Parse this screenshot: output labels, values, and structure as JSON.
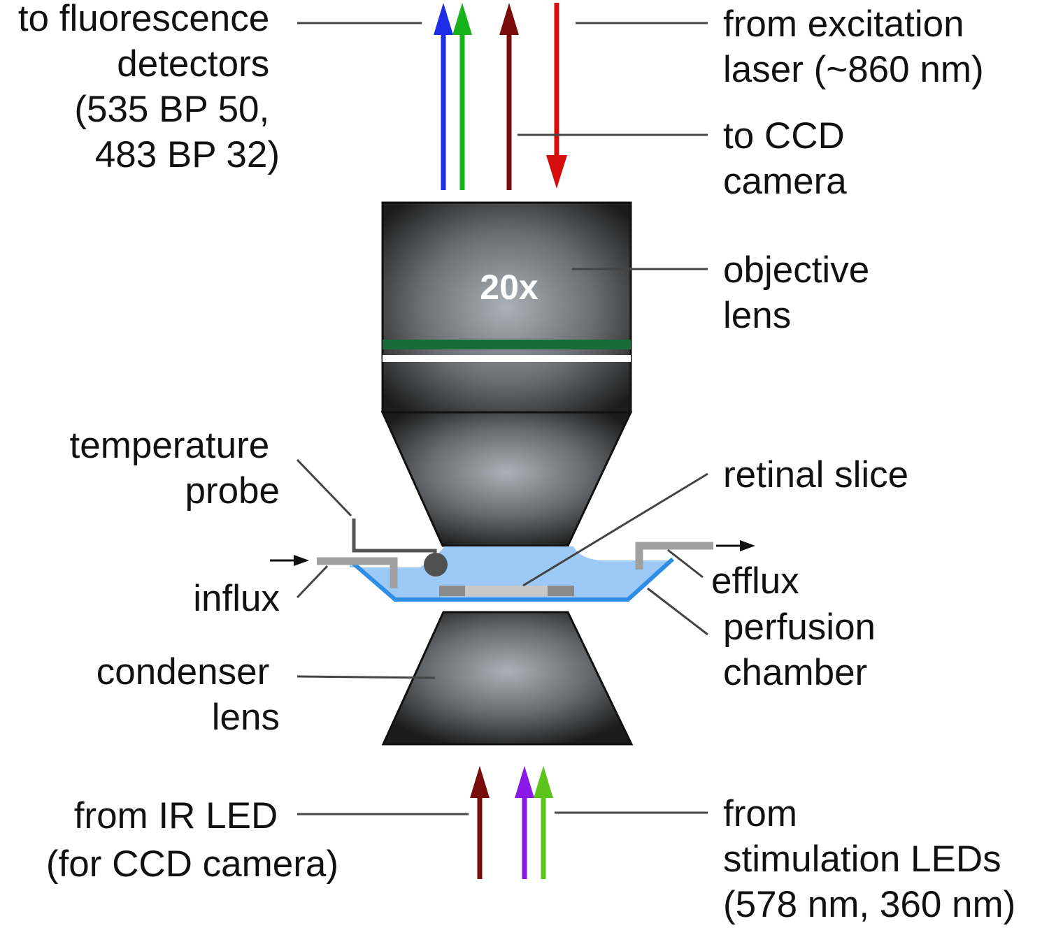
{
  "magnification": "20x",
  "labels": {
    "fluorescence_detectors": [
      "to fluorescence",
      "detectors",
      "(535 BP 50,",
      "483 BP 32)"
    ],
    "excitation_laser": [
      "from excitation",
      "laser (~860 nm)"
    ],
    "ccd_camera": [
      "to CCD",
      "camera"
    ],
    "objective_lens": [
      "objective",
      "lens"
    ],
    "temperature_probe": [
      "temperature",
      "probe"
    ],
    "retinal_slice": [
      "retinal slice"
    ],
    "influx": [
      "influx"
    ],
    "efflux": [
      "efflux"
    ],
    "perfusion_chamber": [
      "perfusion",
      "chamber"
    ],
    "condenser_lens": [
      "condenser",
      "lens"
    ],
    "ir_led": [
      "from IR LED",
      "(for CCD camera)"
    ],
    "stimulation_leds": [
      "from",
      "stimulation LEDs",
      "(578 nm, 360 nm)"
    ]
  },
  "beam_colors": {
    "fluorescence_blue": "#1f2ee6",
    "fluorescence_green": "#17b31a",
    "ccd_out_darkred": "#7a0c0c",
    "laser_red": "#d40d0d",
    "ir_darkred": "#7a0c0c",
    "stim_violet": "#8a18e6",
    "stim_green": "#5cc41a"
  },
  "colors": {
    "lens_body": "#2c2c2c",
    "lens_highlight": "#a9b1b8",
    "objective_ring": "#1a6b3a",
    "chamber_water": "#9cc9f5",
    "chamber_wall": "#2f8de6",
    "tubing": "#a0a0a0",
    "probe": "#555555"
  }
}
